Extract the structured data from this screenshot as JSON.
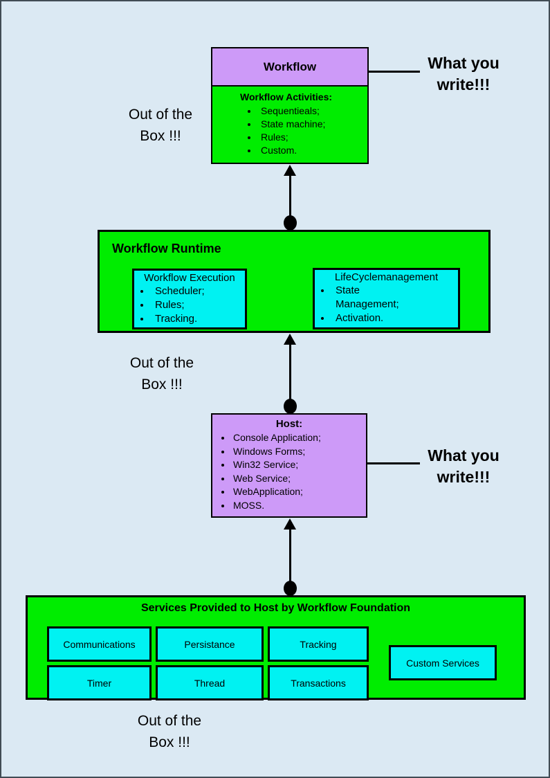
{
  "colors": {
    "background": "#dbe9f3",
    "green": "#00ed00",
    "purple": "#cd9af8",
    "cyan": "#00f2f2",
    "line": "#000000"
  },
  "workflow": {
    "title": "Workflow",
    "body_title": "Workflow Activities:",
    "items": [
      "Sequentieals;",
      "State machine;",
      "Rules;",
      "Custom."
    ]
  },
  "runtime": {
    "title": "Workflow Runtime",
    "execution": {
      "title": "Workflow Execution",
      "items": [
        "Scheduler;",
        "Rules;",
        "Tracking."
      ]
    },
    "lifecycle": {
      "title": "LifeCyclemanagement",
      "items": [
        "State Management;",
        "Activation."
      ]
    }
  },
  "host": {
    "title": "Host:",
    "items": [
      "Console Application;",
      "Windows Forms;",
      "Win32 Service;",
      "Web Service;",
      "WebApplication;",
      "MOSS."
    ]
  },
  "services": {
    "title": "Services Provided to Host by Workflow Foundation",
    "items": [
      "Communications",
      "Persistance",
      "Tracking",
      "Custom Services",
      "Timer",
      "Thread",
      "Transactions"
    ]
  },
  "annotations": {
    "what_you_write_top": "What you\nwrite!!!",
    "what_you_write_host": "What you\nwrite!!!",
    "out_of_box_top": "Out of the\nBox !!!",
    "out_of_box_middle": "Out of the\nBox !!!",
    "out_of_box_bottom": "Out of the\nBox !!!"
  }
}
